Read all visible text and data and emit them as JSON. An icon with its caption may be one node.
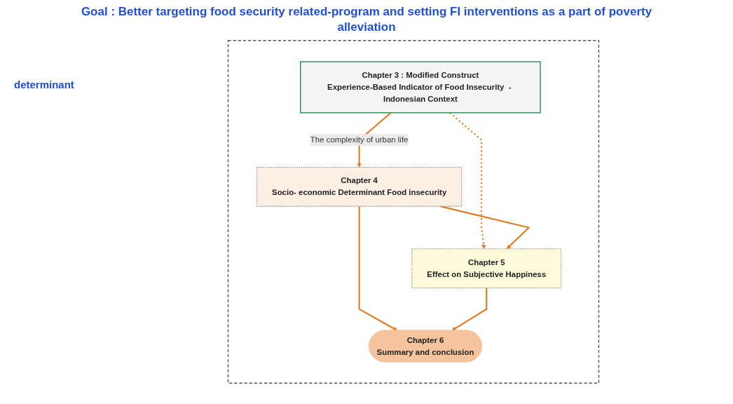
{
  "diagram": {
    "title": "Goal : Better targeting food security related-program and setting  FI interventions as a part of poverty alleviation",
    "nodes": [
      {
        "text": [],
        "shape": "box"
      },
      {
        "text": [
          "Chapter 3 : Modified Construct",
          "Experience-Based Indicator of Food Insecurity  - Indonesian Context"
        ],
        "in": 0
      },
      {
        "text": [
          "Chapter 4",
          "Socio- economic Determinant Food insecurity"
        ],
        "in": 0
      },
      {
        "text": [
          "Chapter 5",
          "Effect on Subjective Happiness"
        ],
        "in": 0
      },
      {
        "text": [
          "Chapter 6",
          "Summary and conclusion"
        ],
        "in": 0
      }
    ],
    "edges": [
      {
        "from": 1,
        "to": 2,
        "arrow": "to",
        "label": "The complexity of urban life"
      },
      {
        "from": 1,
        "to": 3,
        "arrow": "to",
        "style": "dashed"
      },
      {
        "from": 2,
        "to": 3,
        "arrow": "to"
      },
      {
        "from": 2,
        "to": 4,
        "arrow": "to"
      },
      {
        "from": 3,
        "to": 4,
        "arrow": "to"
      }
    ],
    "labels": [
      "determinant"
    ]
  }
}
